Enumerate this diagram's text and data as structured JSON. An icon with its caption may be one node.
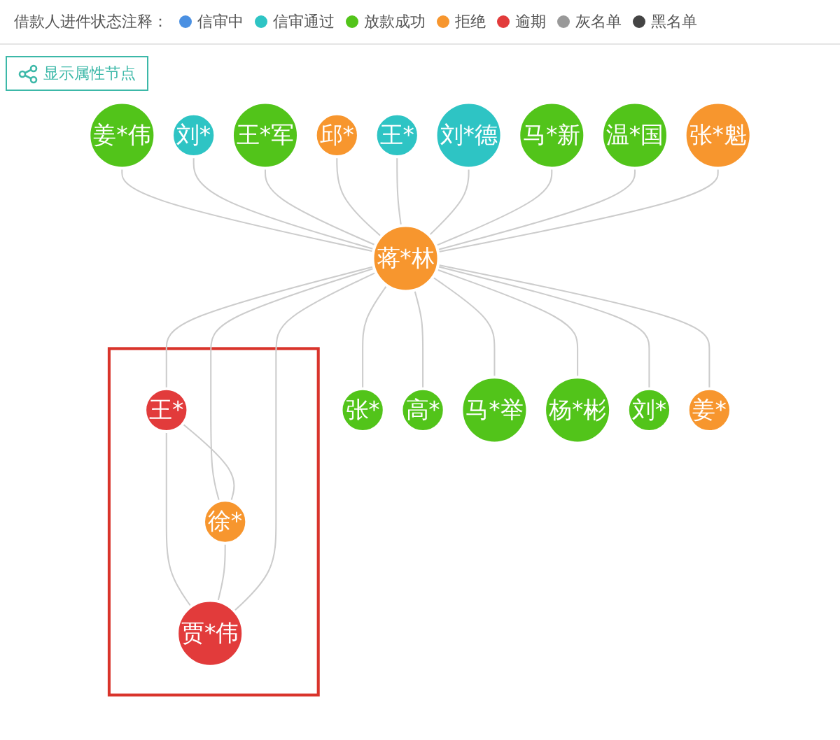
{
  "diagram": {
    "nodes": [
      {
        "text": [
          "姜*伟"
        ]
      },
      {
        "text": [
          "刘*"
        ]
      },
      {
        "text": [
          "王*军"
        ]
      },
      {
        "text": [
          "邱*"
        ]
      },
      {
        "text": [
          "王*"
        ]
      },
      {
        "text": [
          "刘*德"
        ]
      },
      {
        "text": [
          "马*新"
        ]
      },
      {
        "text": [
          "温*国"
        ]
      },
      {
        "text": [],
        "shape": "box"
      },
      {
        "text": [
          "张*魁"
        ]
      },
      {
        "text": [
          "蒋*林"
        ]
      },
      {
        "text": [
          "王*"
        ],
        "in": 8
      },
      {
        "text": [
          "徐*"
        ],
        "in": 8
      },
      {
        "text": [
          "张*"
        ]
      },
      {
        "text": [
          "高*"
        ]
      },
      {
        "text": [
          "贾*伟"
        ],
        "in": 8
      },
      {
        "text": [
          "马*举"
        ]
      },
      {
        "text": [
          "杨*彬"
        ]
      },
      {
        "text": [
          "刘*"
        ]
      },
      {
        "text": [
          "姜*"
        ]
      }
    ],
    "edges": [
      {
        "from": 0,
        "to": 10,
        "arrow": "none"
      },
      {
        "from": 1,
        "to": 10,
        "arrow": "none"
      },
      {
        "from": 2,
        "to": 10,
        "arrow": "none"
      },
      {
        "from": 3,
        "to": 10,
        "arrow": "none"
      },
      {
        "from": 4,
        "to": 10,
        "arrow": "none"
      },
      {
        "from": 5,
        "to": 10,
        "arrow": "none"
      },
      {
        "from": 6,
        "to": 10,
        "arrow": "none"
      },
      {
        "from": 7,
        "to": 10,
        "arrow": "none"
      },
      {
        "from": 9,
        "to": 10,
        "arrow": "none"
      },
      {
        "from": 10,
        "to": 11,
        "arrow": "none"
      },
      {
        "from": 10,
        "to": 12,
        "arrow": "none"
      },
      {
        "from": 11,
        "to": 12,
        "arrow": "none"
      },
      {
        "from": 11,
        "to": 15,
        "arrow": "none"
      },
      {
        "from": 12,
        "to": 15,
        "arrow": "none"
      },
      {
        "from": 10,
        "to": 15,
        "arrow": "none"
      },
      {
        "from": 10,
        "to": 13,
        "arrow": "none"
      },
      {
        "from": 10,
        "to": 14,
        "arrow": "none"
      },
      {
        "from": 10,
        "to": 16,
        "arrow": "none"
      },
      {
        "from": 10,
        "to": 17,
        "arrow": "none"
      },
      {
        "from": 10,
        "to": 18,
        "arrow": "none"
      },
      {
        "from": 10,
        "to": 19,
        "arrow": "none"
      }
    ],
    "labels": [
      "借款人进件状态注释：",
      "显示属性节点"
    ],
    "legend": [
      {
        "text": "信审中",
        "color": "#4a90e2"
      },
      {
        "text": "信审通过",
        "color": "#2ec4c4"
      },
      {
        "text": "放款成功",
        "color": "#52c41a"
      },
      {
        "text": "拒绝",
        "color": "#f7962e"
      },
      {
        "text": "逾期",
        "color": "#e23b3b"
      },
      {
        "text": "灰名单",
        "color": "#999999"
      },
      {
        "text": "黑名单",
        "color": "#444444"
      }
    ]
  }
}
